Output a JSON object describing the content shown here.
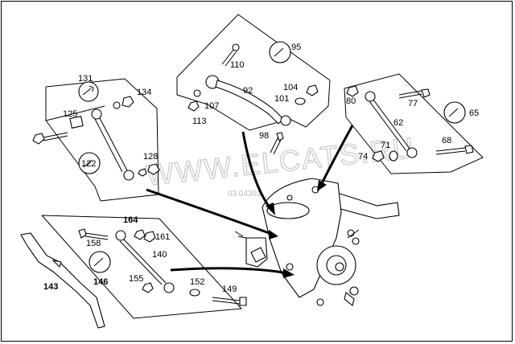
{
  "watermark": "WWW.ELCATS.RU",
  "figure_code": "03.04391",
  "labels": {
    "l131": "131",
    "l134": "134",
    "l125": "125",
    "l122": "122",
    "l128": "128",
    "l110": "110",
    "l95": "95",
    "l92": "92",
    "l104": "104",
    "l101": "101",
    "l107": "107",
    "l113": "113",
    "l98": "98",
    "l80": "80",
    "l77": "77",
    "l65": "65",
    "l62": "62",
    "l71": "71",
    "l74": "74",
    "l68": "68",
    "l164": "164",
    "l158": "158",
    "l161": "161",
    "l140": "140",
    "l146": "146",
    "l155": "155",
    "l152": "152",
    "l149": "149",
    "l143": "143"
  },
  "icons": [
    "wrench-circle-icon"
  ]
}
